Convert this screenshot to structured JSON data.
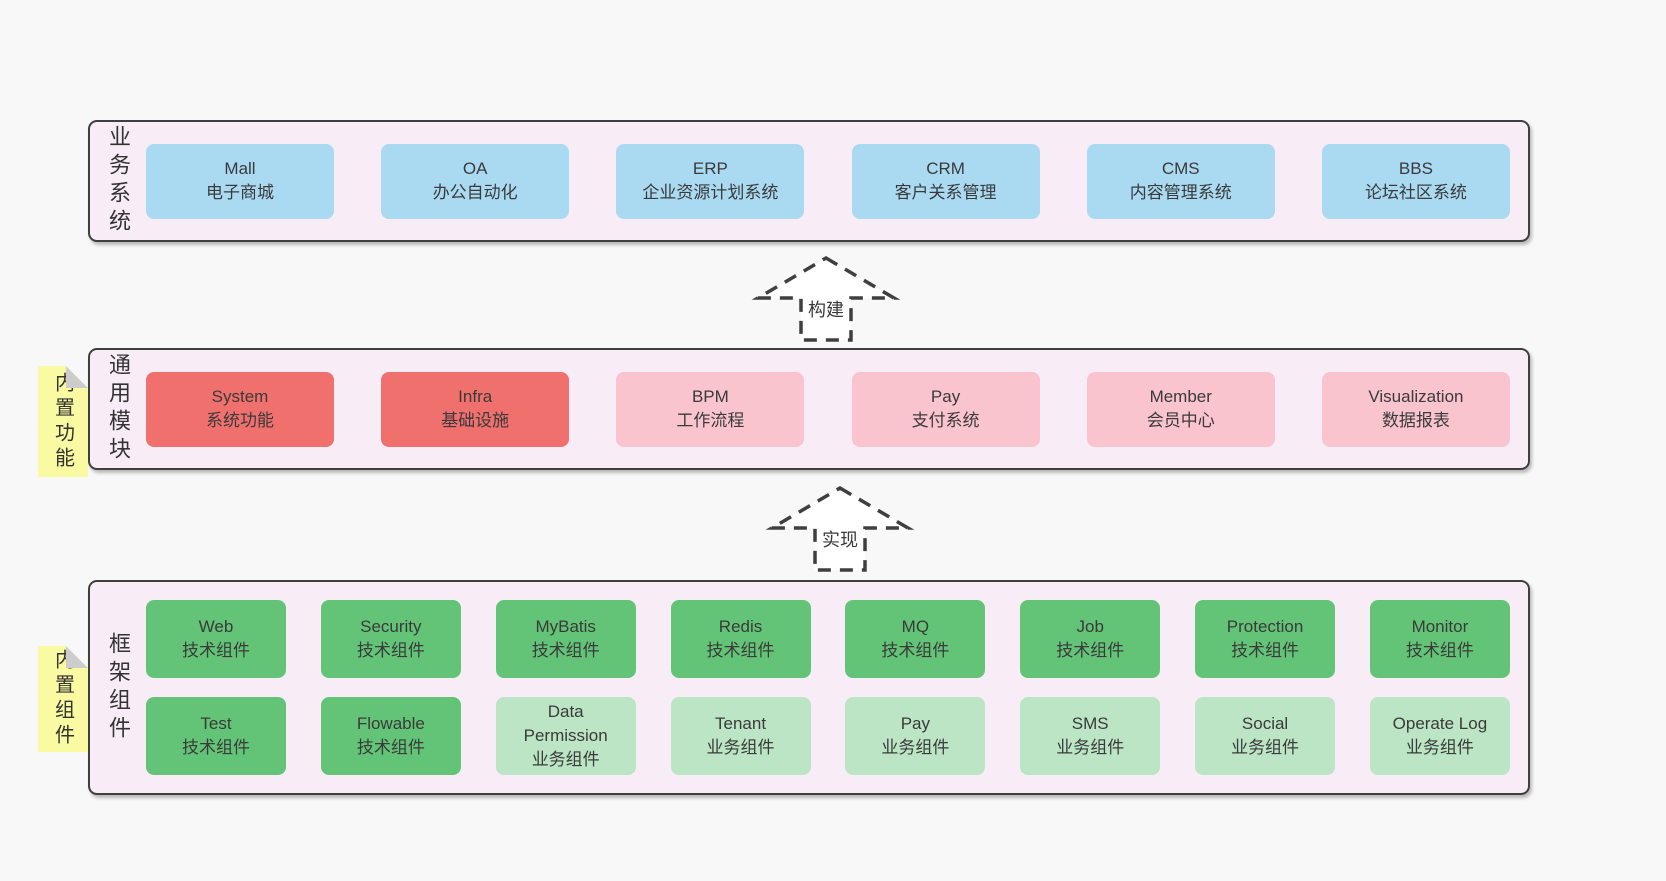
{
  "colors": {
    "background": "#f8f8f8",
    "panel_bg": "#f8edf6",
    "panel_border": "#3f3f3f",
    "blue": "#aadaf2",
    "red": "#f0706e",
    "pink": "#f9c4ce",
    "green": "#63c477",
    "light_green": "#bbe5c4",
    "sticky_yellow": "#fafaa2",
    "fold_gray": "#cccccc",
    "text": "#3a3a3a"
  },
  "arrows": [
    {
      "label": "构建"
    },
    {
      "label": "实现"
    }
  ],
  "sections": [
    {
      "label": "业务系统",
      "items": [
        {
          "name": "Mall",
          "desc": "电子商城",
          "variant": "blue"
        },
        {
          "name": "OA",
          "desc": "办公自动化",
          "variant": "blue"
        },
        {
          "name": "ERP",
          "desc": "企业资源计划系统",
          "variant": "blue"
        },
        {
          "name": "CRM",
          "desc": "客户关系管理",
          "variant": "blue"
        },
        {
          "name": "CMS",
          "desc": "内容管理系统",
          "variant": "blue"
        },
        {
          "name": "BBS",
          "desc": "论坛社区系统",
          "variant": "blue"
        }
      ]
    },
    {
      "label": "通用模块",
      "sticky": "内置功能",
      "items": [
        {
          "name": "System",
          "desc": "系统功能",
          "variant": "red"
        },
        {
          "name": "Infra",
          "desc": "基础设施",
          "variant": "red"
        },
        {
          "name": "BPM",
          "desc": "工作流程",
          "variant": "pink"
        },
        {
          "name": "Pay",
          "desc": "支付系统",
          "variant": "pink"
        },
        {
          "name": "Member",
          "desc": "会员中心",
          "variant": "pink"
        },
        {
          "name": "Visualization",
          "desc": "数据报表",
          "variant": "pink"
        }
      ]
    },
    {
      "label": "框架组件",
      "sticky": "内置组件",
      "rows": [
        [
          {
            "name": "Web",
            "desc": "技术组件",
            "variant": "green"
          },
          {
            "name": "Security",
            "desc": "技术组件",
            "variant": "green"
          },
          {
            "name": "MyBatis",
            "desc": "技术组件",
            "variant": "green"
          },
          {
            "name": "Redis",
            "desc": "技术组件",
            "variant": "green"
          },
          {
            "name": "MQ",
            "desc": "技术组件",
            "variant": "green"
          },
          {
            "name": "Job",
            "desc": "技术组件",
            "variant": "green"
          },
          {
            "name": "Protection",
            "desc": "技术组件",
            "variant": "green"
          },
          {
            "name": "Monitor",
            "desc": "技术组件",
            "variant": "green"
          }
        ],
        [
          {
            "name": "Test",
            "desc": "技术组件",
            "variant": "green"
          },
          {
            "name": "Flowable",
            "desc": "技术组件",
            "variant": "green"
          },
          {
            "name": "Data Permission",
            "desc": "业务组件",
            "variant": "lightgreen"
          },
          {
            "name": "Tenant",
            "desc": "业务组件",
            "variant": "lightgreen"
          },
          {
            "name": "Pay",
            "desc": "业务组件",
            "variant": "lightgreen"
          },
          {
            "name": "SMS",
            "desc": "业务组件",
            "variant": "lightgreen"
          },
          {
            "name": "Social",
            "desc": "业务组件",
            "variant": "lightgreen"
          },
          {
            "name": "Operate Log",
            "desc": "业务组件",
            "variant": "lightgreen"
          }
        ]
      ]
    }
  ]
}
